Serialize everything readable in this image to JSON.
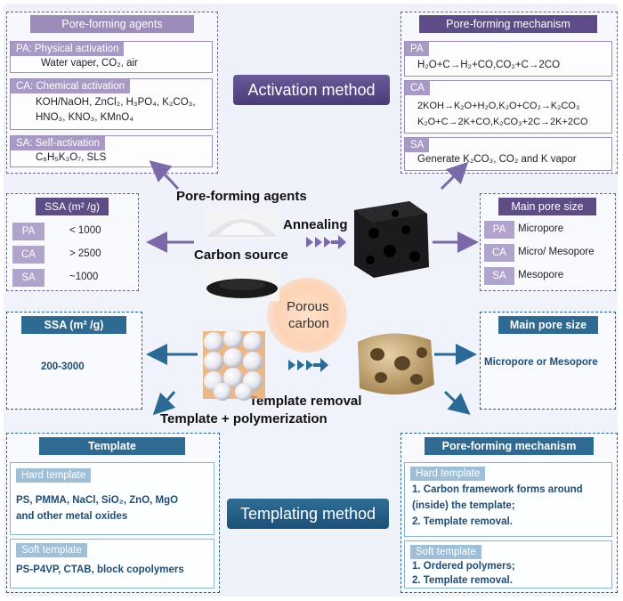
{
  "activation": {
    "title": "Activation method",
    "agents_box": {
      "header": "Pore-forming agents",
      "pa": {
        "title": "PA: Physical activation",
        "text": "Water vaper, CO₂, air"
      },
      "ca": {
        "title": "CA: Chemical activation",
        "line1": "KOH/NaOH, ZnCl₂, H₃PO₄, K₂CO₃,",
        "line2": "HNO₃, KNO₃, KMnO₄"
      },
      "sa": {
        "title": "SA: Self-activation",
        "text": "C₆H₅K₃O₇, SLS"
      }
    },
    "mechanism_box": {
      "header": "Pore-forming mechanism",
      "pa": {
        "tag": "PA",
        "text": "H₂O+C→H₂+CO,CO₂+C→2CO"
      },
      "ca": {
        "tag": "CA",
        "line1": "2KOH→K₂O+H₂O,K₂O+CO₂→K₂CO₃",
        "line2": "K₂O+C→2K+CO,K₂CO₃+2C→2K+2CO"
      },
      "sa": {
        "tag": "SA",
        "text": "Generate K₂CO₃, CO₂ and K vapor"
      }
    },
    "ssa_box": {
      "header": "SSA (m² /g)",
      "rows": [
        {
          "tag": "PA",
          "value": "< 1000"
        },
        {
          "tag": "CA",
          "value": "> 2500"
        },
        {
          "tag": "SA",
          "value": "~1000"
        }
      ]
    },
    "pore_size_box": {
      "header": "Main pore size",
      "rows": [
        {
          "tag": "PA",
          "value": "Micropore"
        },
        {
          "tag": "CA",
          "value": "Micro/ Mesopore"
        },
        {
          "tag": "SA",
          "value": "Mesopore"
        }
      ]
    },
    "process": {
      "agents_label": "Pore-forming agents",
      "carbon_label": "Carbon source",
      "annealing_label": "Annealing"
    }
  },
  "center": {
    "line1": "Porous",
    "line2": "carbon"
  },
  "templating": {
    "title": "Templating method",
    "ssa_box": {
      "header": "SSA (m² /g)",
      "value": "200-3000"
    },
    "pore_size_box": {
      "header": "Main pore size",
      "value": "Micropore or Mesopore"
    },
    "process": {
      "removal_label": "Template removal",
      "polymerization_label": "Template + polymerization"
    },
    "template_box": {
      "header": "Template",
      "hard": {
        "title": "Hard template",
        "line1": "PS, PMMA, NaCl, SiO₂, ZnO, MgO",
        "line2": "and other metal oxides"
      },
      "soft": {
        "title": "Soft template",
        "text": "PS-P4VP, CTAB, block copolymers"
      }
    },
    "mechanism_box": {
      "header": "Pore-forming mechanism",
      "hard": {
        "title": "Hard template",
        "line1": "1. Carbon framework forms around",
        "line2": "(inside) the template;",
        "line3": "2. Template removal."
      },
      "soft": {
        "title": "Soft template",
        "line1": "1.   Ordered polymers;",
        "line2": "2.    Template removal."
      }
    }
  },
  "colors": {
    "purple_header": "#9b8cba",
    "dark_purple": "#5d4c85",
    "blue_header": "#2f6a92",
    "arrow_purple": "#7b69a8",
    "arrow_blue": "#2b6a94"
  },
  "icons": [
    "arrow-icon",
    "triple-chevron-icon",
    "powder-image",
    "black-powder-image",
    "porous-carbon-image",
    "template-spheres-image",
    "sponge-image"
  ]
}
